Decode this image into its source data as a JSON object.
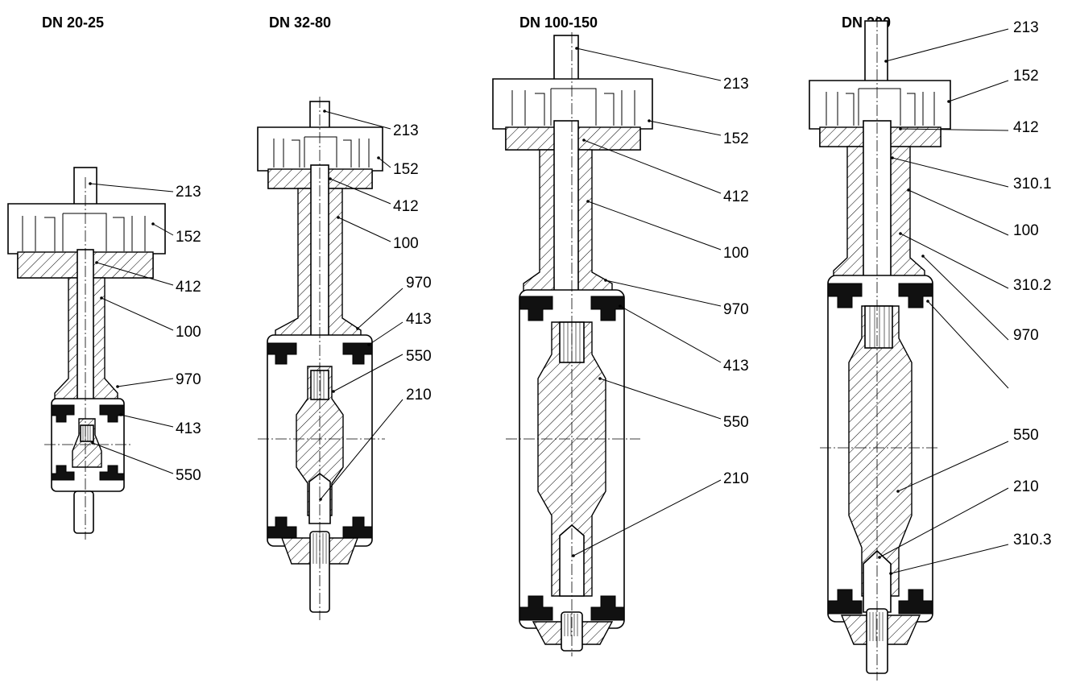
{
  "sections": [
    {
      "title": "DN 20-25",
      "labels": [
        "213",
        "152",
        "412",
        "100",
        "970",
        "413",
        "550"
      ]
    },
    {
      "title": "DN 32-80",
      "labels": [
        "213",
        "152",
        "412",
        "100",
        "970",
        "413",
        "550",
        "210"
      ]
    },
    {
      "title": "DN 100-150",
      "labels": [
        "213",
        "152",
        "412",
        "100",
        "970",
        "413",
        "550",
        "210"
      ]
    },
    {
      "title": "DN 200",
      "labels": [
        "213",
        "152",
        "412",
        "310.1",
        "100",
        "310.2",
        "970",
        "550",
        "210",
        "310.3"
      ]
    }
  ]
}
